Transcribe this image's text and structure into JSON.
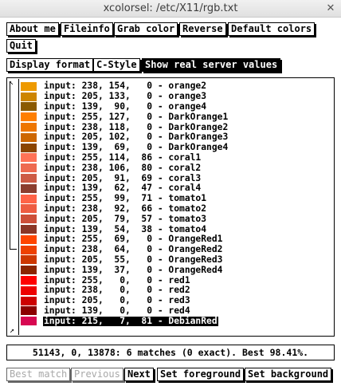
{
  "window": {
    "title": "xcolorsel: /etc/X11/rgb.txt"
  },
  "toolbar": {
    "about": "About me",
    "fileinfo": "Fileinfo",
    "grab": "Grab color",
    "reverse": "Reverse",
    "default_colors": "Default colors",
    "quit": "Quit"
  },
  "format_bar": {
    "display_format": "Display format",
    "c_style": "C-Style",
    "show_real": "Show real server values"
  },
  "list": [
    {
      "text": "input: 238, 154,   0 - orange2",
      "color": "#ee9a00"
    },
    {
      "text": "input: 205, 133,   0 - orange3",
      "color": "#cd8500"
    },
    {
      "text": "input: 139,  90,   0 - orange4",
      "color": "#8b5a00"
    },
    {
      "text": "input: 255, 127,   0 - DarkOrange1",
      "color": "#ff7f00"
    },
    {
      "text": "input: 238, 118,   0 - DarkOrange2",
      "color": "#ee7600"
    },
    {
      "text": "input: 205, 102,   0 - DarkOrange3",
      "color": "#cd6600"
    },
    {
      "text": "input: 139,  69,   0 - DarkOrange4",
      "color": "#8b4500"
    },
    {
      "text": "input: 255, 114,  86 - coral1",
      "color": "#ff7256"
    },
    {
      "text": "input: 238, 106,  80 - coral2",
      "color": "#ee6a50"
    },
    {
      "text": "input: 205,  91,  69 - coral3",
      "color": "#cd5b45"
    },
    {
      "text": "input: 139,  62,  47 - coral4",
      "color": "#8b3e2f"
    },
    {
      "text": "input: 255,  99,  71 - tomato1",
      "color": "#ff6347"
    },
    {
      "text": "input: 238,  92,  66 - tomato2",
      "color": "#ee5c42"
    },
    {
      "text": "input: 205,  79,  57 - tomato3",
      "color": "#cd4f39"
    },
    {
      "text": "input: 139,  54,  38 - tomato4",
      "color": "#8b3626"
    },
    {
      "text": "input: 255,  69,   0 - OrangeRed1",
      "color": "#ff4500"
    },
    {
      "text": "input: 238,  64,   0 - OrangeRed2",
      "color": "#ee4000"
    },
    {
      "text": "input: 205,  55,   0 - OrangeRed3",
      "color": "#cd3700"
    },
    {
      "text": "input: 139,  37,   0 - OrangeRed4",
      "color": "#8b2500"
    },
    {
      "text": "input: 255,   0,   0 - red1",
      "color": "#ff0000"
    },
    {
      "text": "input: 238,   0,   0 - red2",
      "color": "#ee0000"
    },
    {
      "text": "input: 205,   0,   0 - red3",
      "color": "#cd0000"
    },
    {
      "text": "input: 139,   0,   0 - red4",
      "color": "#8b0000"
    },
    {
      "text": "input: 215,   7,  81 - DebianRed",
      "color": "#d70751",
      "selected": true
    }
  ],
  "status": {
    "text": "51143, 0, 13878: 6 matches (0 exact). Best 98.41%."
  },
  "bottom_bar": {
    "best_match": "Best match",
    "previous": "Previous",
    "next": "Next",
    "set_foreground": "Set foreground",
    "set_background": "Set background"
  }
}
